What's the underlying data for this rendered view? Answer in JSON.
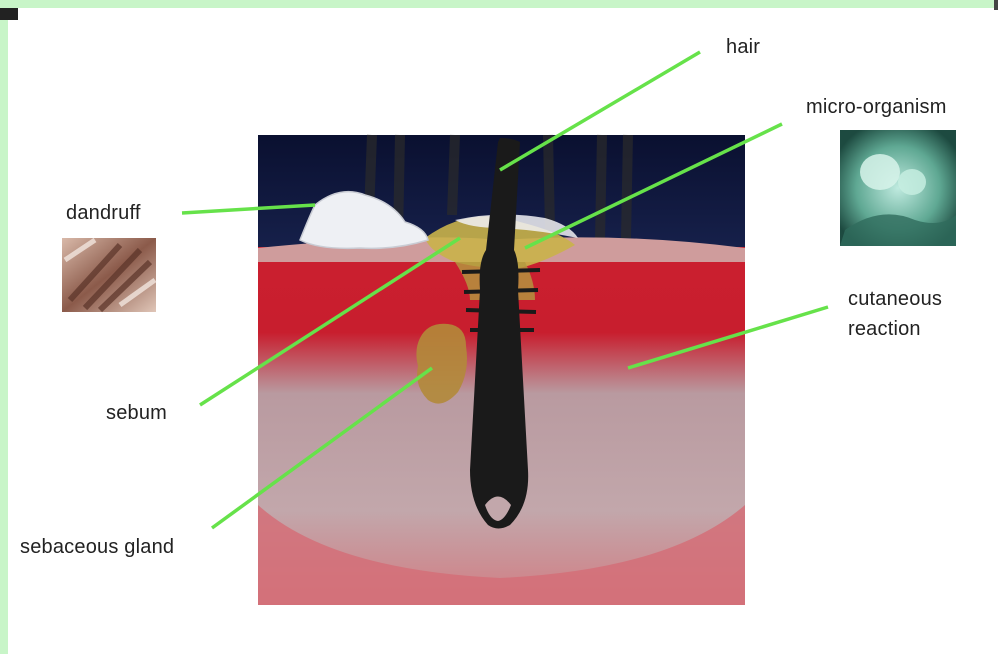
{
  "labels": {
    "hair": "hair",
    "micro_organism": "micro-organism",
    "dandruff": "dandruff",
    "cutaneous_line1": "cutaneous",
    "cutaneous_line2": "reaction",
    "sebum": "sebum",
    "sebaceous_gland": "sebaceous gland"
  },
  "colors": {
    "background_border": "#c8f5c8",
    "leader_line": "#66e24a",
    "night_sky": "#0b1233",
    "dermis_red": "#c8102e",
    "skin_pink": "#d98a8c",
    "hair": "#1a1a1a",
    "sebum": "#c9b34a",
    "gland": "#b38a3a"
  },
  "icons": {
    "dandruff_thumb": "dandruff-photo",
    "microorganism_thumb": "microorganism-photo"
  }
}
